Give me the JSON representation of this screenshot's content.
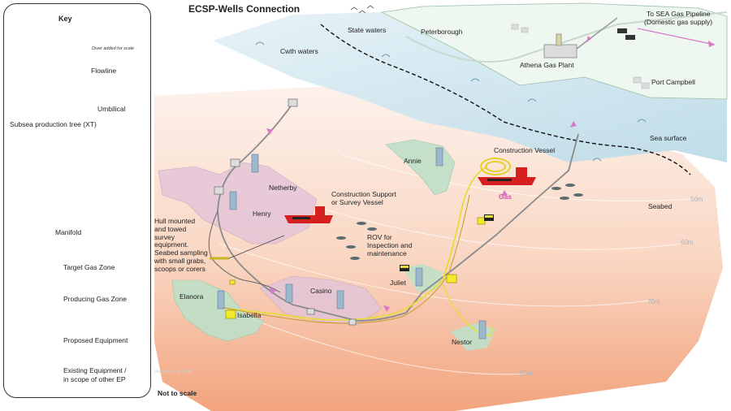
{
  "title": "ECSP-Wells Connection",
  "key": {
    "title": "Key",
    "diver_note": "Diver added for scale",
    "flowline": "Flowline",
    "umbilical": "Umbilical",
    "tree": "Subsea production tree (XT)",
    "manifold": "Manifold",
    "target_zone": "Target Gas Zone",
    "producing_zone": "Producing Gas Zone",
    "proposed": "Proposed Equipment",
    "existing_line1": "Existing Equipment /",
    "existing_line2": "in scope of other EP"
  },
  "labels": {
    "state_waters": "State waters",
    "peterborough": "Peterborough",
    "pipeline_line1": "To SEA Gas Pipeline",
    "pipeline_line2": "(Domestic gas supply)",
    "cwth_waters": "Cwth waters",
    "athena": "Athena Gas Plant",
    "port_campbell": "Port Campbell",
    "sea_surface": "Sea surface",
    "construction_vessel": "Construction Vessel",
    "gas": "Gas",
    "annie": "Annie",
    "netherby": "Netherby",
    "henry": "Henry",
    "csv_line1": "Construction Support",
    "csv_line2": "or Survey Vessel",
    "seabed": "Seabed",
    "d50": "50m",
    "d60": "60m",
    "d70": "70m",
    "d80": "80m",
    "hull_lines": [
      "Hull mounted",
      "and towed",
      "survey",
      "equipment.",
      "Seabed sampling",
      "with small grabs,",
      "scoops or corers"
    ],
    "rov_lines": [
      "ROV for",
      "Inspection and",
      "maintenance"
    ],
    "juliet": "Juliet",
    "casino": "Casino",
    "elanora": "Elanora",
    "isabella": "Isabella",
    "nestor": "Nestor",
    "not_to_scale": "Not to scale",
    "watermark": "Illustration by SIMI"
  },
  "colors": {
    "sea": "#cfe6ef",
    "land": "#eaf5ee",
    "seabed_top": "#fbeee6",
    "seabed_bottom": "#f4b08c",
    "target_zone": "#bfe3c8",
    "producing_zone": "#e2bfd5",
    "proposed": "#f3ea2a",
    "existing": "#d6d6d6",
    "flowline": "#e6dd3a",
    "umbilical": "#c89a2a",
    "pipeline": "#888888",
    "vessel": "#d62020"
  }
}
